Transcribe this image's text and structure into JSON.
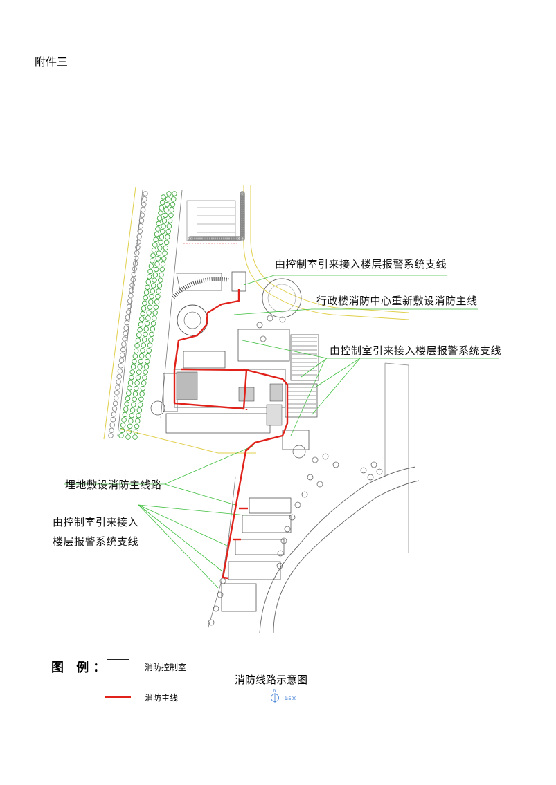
{
  "header": {
    "attachment_label": "附件三"
  },
  "annotations": {
    "callout_1": "由控制室引来接入楼层报警系统支线",
    "callout_2": "行政楼消防中心重新敷设消防主线",
    "callout_3": "由控制室引来接入楼层报警系统支线",
    "callout_4": "埋地敷设消防主线路",
    "callout_5_line1": "由控制室引来接入",
    "callout_5_line2": "楼层报警系统支线"
  },
  "legend": {
    "title": "图 例：",
    "item_control_room": "消防控制室",
    "item_main_line": "消防主线"
  },
  "diagram_title": "消防线路示意图",
  "scale_text": "1:500",
  "north_letter": "N",
  "colors": {
    "main_line": "#e0221b",
    "callout_line": "#3fbf3f",
    "trees": "#3fa83f",
    "building": "#555555",
    "boundary": "#e0cf4a"
  }
}
